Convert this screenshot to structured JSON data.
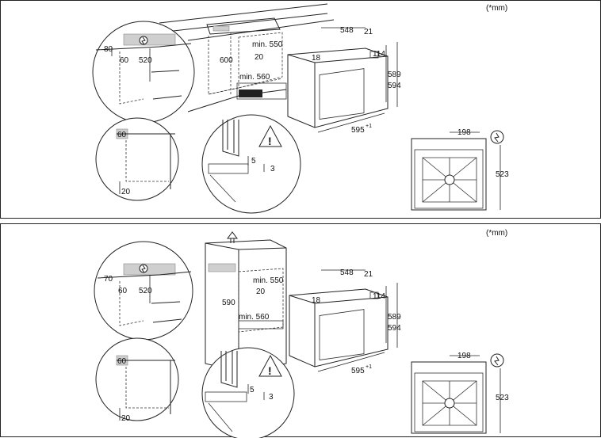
{
  "footnote": "(*mm)",
  "top": {
    "cabinet_dims": [
      "80",
      "60",
      "520",
      "600",
      "min. 550",
      "20",
      "min. 560"
    ],
    "oven_dims": [
      "548",
      "21",
      "18",
      "114",
      "589",
      "594",
      "595"
    ],
    "tol": "+1",
    "socket_dims": [
      "198",
      "523"
    ],
    "floor_detail": [
      "60",
      "20"
    ],
    "warning_detail": [
      "5",
      "3"
    ]
  },
  "bottom": {
    "cabinet_dims": [
      "70",
      "60",
      "520",
      "590",
      "min. 550",
      "20",
      "min. 560"
    ],
    "oven_dims": [
      "548",
      "21",
      "18",
      "114",
      "589",
      "594",
      "595"
    ],
    "tol": "+1",
    "socket_dims": [
      "198",
      "523"
    ],
    "floor_detail": [
      "60",
      "20"
    ],
    "warning_detail": [
      "5",
      "3"
    ]
  }
}
